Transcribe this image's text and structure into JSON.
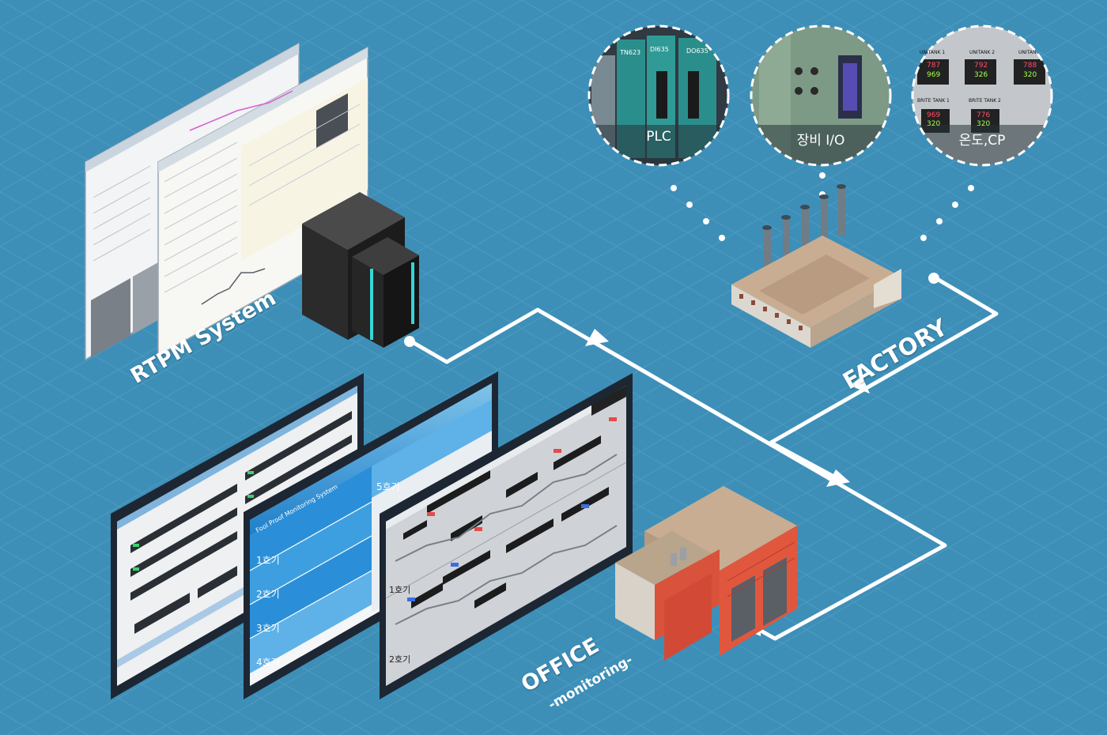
{
  "labels": {
    "rtpm": "RTPM System",
    "factory": "FACTORY",
    "office": "OFFICE",
    "office_sub": "-monitoring-"
  },
  "circles": [
    {
      "caption": "PLC"
    },
    {
      "caption": "장비 I/O"
    },
    {
      "caption": "온도,CP"
    }
  ],
  "plc_tags": [
    "TN623",
    "DI635",
    "DO635"
  ],
  "temp_panel": {
    "units": [
      "UNITANK 1",
      "UNITANK 2",
      "UNITAN",
      "BRITE TANK 1",
      "BRITE TANK 2"
    ],
    "readings": [
      "787",
      "969",
      "792",
      "326",
      "788",
      "320",
      "969",
      "320",
      "776",
      "320"
    ]
  },
  "monitor_middle": {
    "title": "Fool Proof Monitoring System",
    "rows": [
      "1호기",
      "2호기",
      "3호기",
      "4호기"
    ],
    "right_header": "5호기"
  },
  "monitor_front": {
    "rows": [
      "1호기",
      "2호기"
    ]
  },
  "colors": {
    "background": "#3d8fb8",
    "grid": "#5aa3c8",
    "flow_line": "#ffffff",
    "server_body": "#2c2c2c",
    "server_glow": "#35d6d6",
    "factory_roof": "#c9ad93",
    "office_wall": "#d9533c"
  }
}
